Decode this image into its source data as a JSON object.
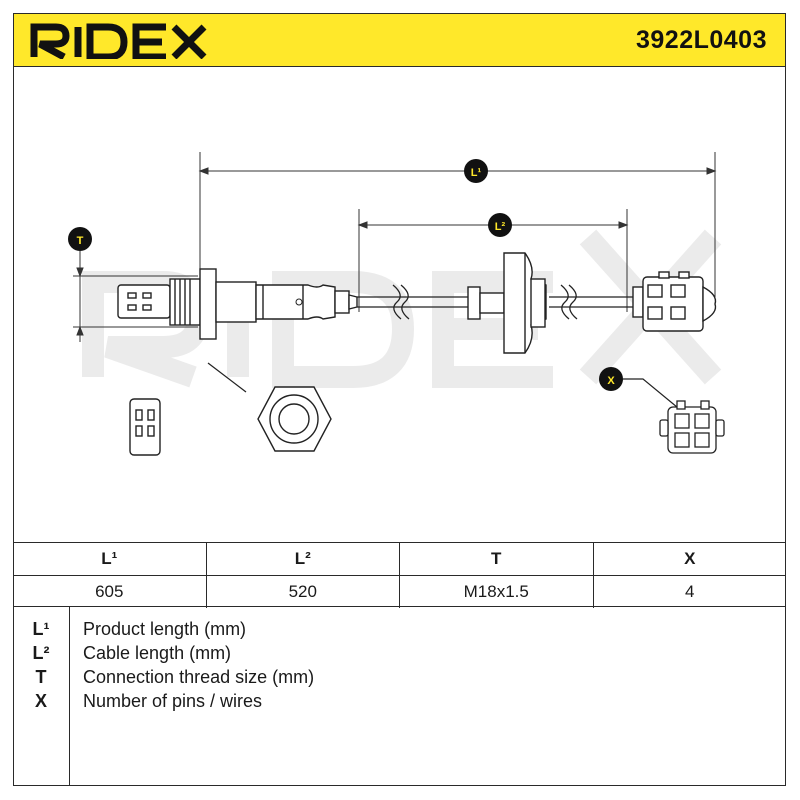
{
  "header": {
    "brand": "RIDEX",
    "part_number": "3922L0403",
    "accent_color": "#ffe82a"
  },
  "diagram": {
    "dimension_labels": {
      "l1": "L¹",
      "l2": "L²",
      "t": "T",
      "x": "X"
    },
    "watermark": "RIDEX"
  },
  "spec_table": {
    "headers": [
      "L¹",
      "L²",
      "T",
      "X"
    ],
    "values": [
      "605",
      "520",
      "M18x1.5",
      "4"
    ]
  },
  "legend": [
    {
      "key": "L¹",
      "text": "Product length (mm)"
    },
    {
      "key": "L²",
      "text": "Cable length (mm)"
    },
    {
      "key": "T",
      "text": "Connection thread size (mm)"
    },
    {
      "key": "X",
      "text": "Number of pins / wires"
    }
  ]
}
